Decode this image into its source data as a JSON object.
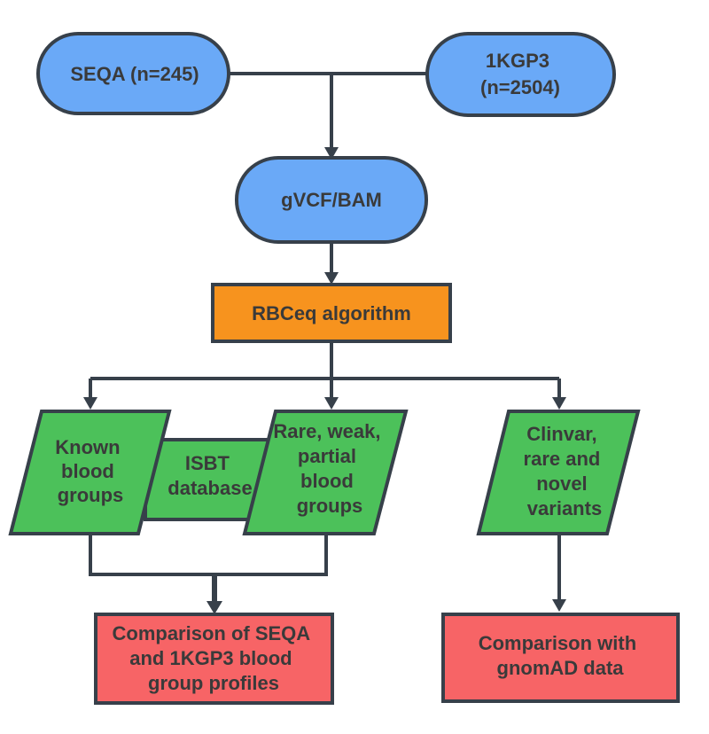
{
  "colors": {
    "terminal": "#6aa9f7",
    "process": "#f7931e",
    "data": "#4cc15a",
    "result": "#f76466",
    "stroke": "#37404a",
    "text": "#3a3a3a"
  },
  "nodes": {
    "seqa": {
      "lines": [
        "SEQA (n=245)"
      ]
    },
    "kgp3": {
      "lines": [
        "1KGP3",
        "(n=2504)"
      ]
    },
    "gvcf": {
      "lines": [
        "gVCF/BAM"
      ]
    },
    "rbceq": {
      "lines": [
        "RBCeq algorithm"
      ]
    },
    "known": {
      "lines": [
        "Known",
        "blood",
        "groups"
      ]
    },
    "isbt": {
      "lines": [
        "ISBT",
        "database"
      ]
    },
    "rare": {
      "lines": [
        "Rare, weak,",
        "partial",
        "blood",
        "groups"
      ]
    },
    "clinvar": {
      "lines": [
        "Clinvar,",
        "rare and",
        "novel",
        "variants"
      ]
    },
    "compare_profiles": {
      "lines": [
        "Comparison of SEQA",
        "and 1KGP3 blood",
        "group profiles"
      ]
    },
    "compare_gnomad": {
      "lines": [
        "Comparison with",
        "gnomAD data"
      ]
    }
  }
}
